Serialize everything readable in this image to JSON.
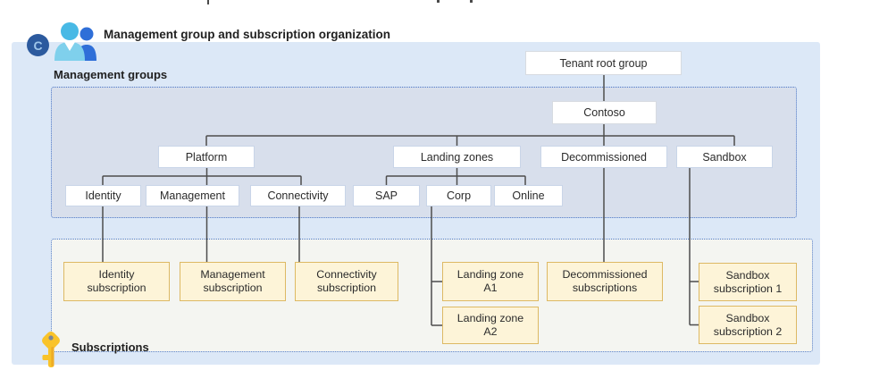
{
  "header": {
    "badge": "C",
    "title": "Management group and subscription organization"
  },
  "management_groups": {
    "label": "Management groups",
    "nodes": {
      "tenant_root": "Tenant root group",
      "contoso": "Contoso",
      "platform": "Platform",
      "landing_zones": "Landing zones",
      "decommissioned": "Decommissioned",
      "sandbox": "Sandbox",
      "identity": "Identity",
      "management": "Management",
      "connectivity": "Connectivity",
      "sap": "SAP",
      "corp": "Corp",
      "online": "Online"
    }
  },
  "subscriptions": {
    "label": "Subscriptions",
    "boxes": {
      "identity_sub": {
        "line1": "Identity",
        "line2": "subscription"
      },
      "management_sub": {
        "line1": "Management",
        "line2": "subscription"
      },
      "connectivity_sub": {
        "line1": "Connectivity",
        "line2": "subscription"
      },
      "landing_zone_a1": {
        "line1": "Landing zone",
        "line2": "A1"
      },
      "decommissioned_subs": {
        "line1": "Decommissioned",
        "line2": "subscriptions"
      },
      "sandbox_sub_1": {
        "line1": "Sandbox",
        "line2": "subscription 1"
      },
      "landing_zone_a2": {
        "line1": "Landing zone",
        "line2": "A2"
      },
      "sandbox_sub_2": {
        "line1": "Sandbox",
        "line2": "subscription 2"
      }
    }
  },
  "icons": {
    "people": "people-icon",
    "key": "key-icon"
  },
  "colors": {
    "container_blue": "#dce8f7",
    "management_fill": "#d8dfec",
    "subscriptions_fill": "#f4f5f1",
    "dashed_border_blue": "#4876c8",
    "node_border": "#c9d5e8",
    "subscription_fill": "#fdf4d8",
    "subscription_border": "#ddb964",
    "connector_gray": "#4d4d4d",
    "badge_blue": "#2c5a9e",
    "key_yellow": "#f9c32a"
  }
}
